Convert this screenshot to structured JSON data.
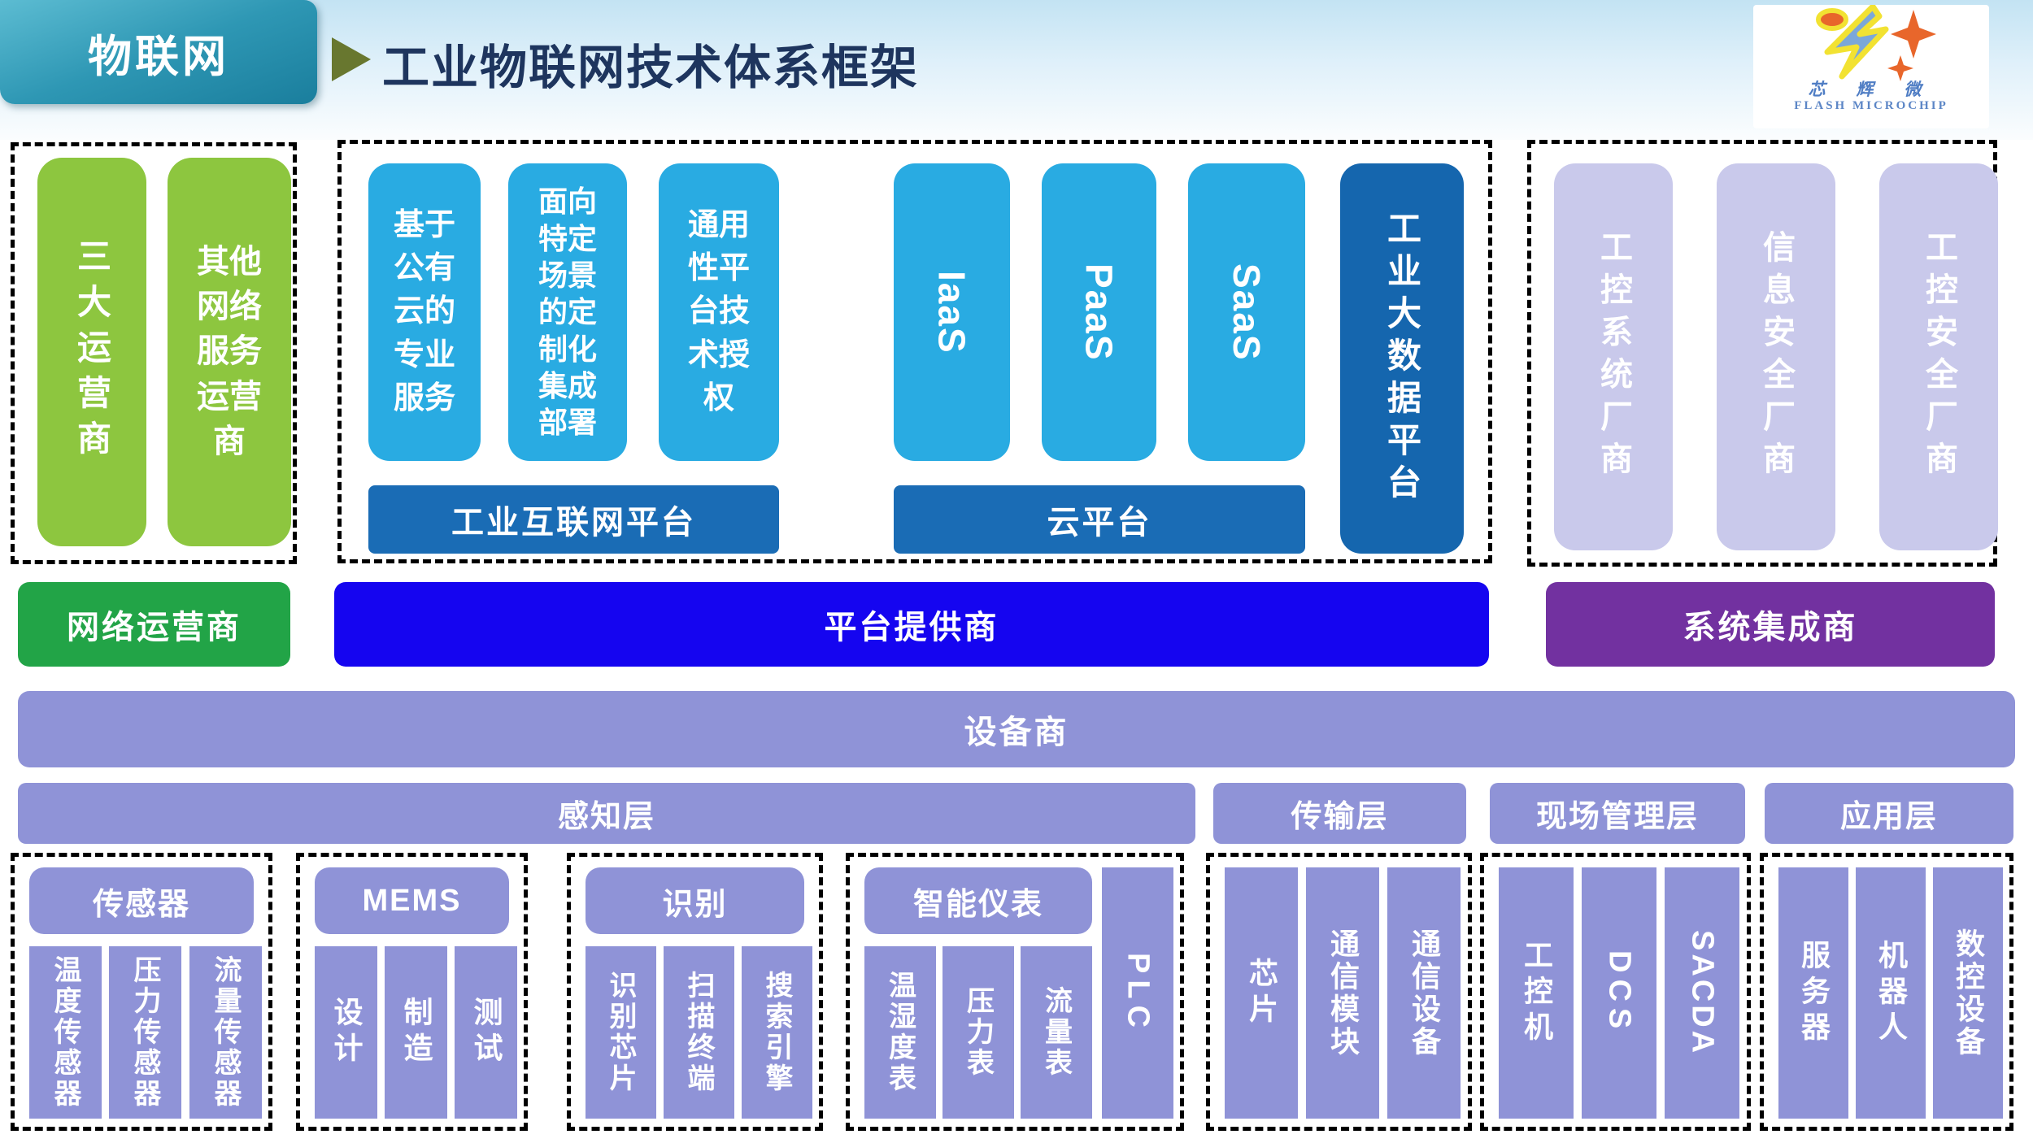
{
  "header": {
    "badge": "物联网",
    "title": "工业物联网技术体系框架",
    "logo_cn": "芯 辉 微",
    "logo_en": "FLASH MICROCHIP"
  },
  "operators": {
    "carriers": "三大运营商",
    "other_carriers": "其他\n网络\n服务\n运营\n商",
    "bar": "网络运营商"
  },
  "platform": {
    "public_cloud_service": "基于\n公有\n云的\n专业\n服务",
    "custom_integration": "面向\n特定\n场景\n的定\n制化\n集成\n部署",
    "generic_licensing": "通用\n性平\n台技\n术授\n权",
    "industrial_internet_platform": "工业互联网平台",
    "iaas": "IaaS",
    "paas": "PaaS",
    "saas": "SaaS",
    "cloud_platform": "云平台",
    "industrial_bigdata": "工业大数据平台",
    "bar": "平台提供商"
  },
  "integrators": {
    "ics_vendor": "工控系统厂商",
    "infosec_vendor": "信息安全厂商",
    "ics_security_vendor": "工控安全厂商",
    "bar": "系统集成商"
  },
  "device_bar": "设备商",
  "layers": {
    "perception": "感知层",
    "transport": "传输层",
    "field_management": "现场管理层",
    "application": "应用层"
  },
  "groups": {
    "sensor": {
      "header": "传感器",
      "cols": [
        "温度传感器",
        "压力传感器",
        "流量传感器"
      ]
    },
    "mems": {
      "header": "MEMS",
      "cols": [
        "设计",
        "制造",
        "测试"
      ]
    },
    "identification": {
      "header": "识别",
      "cols": [
        "识别芯片",
        "扫描终端",
        "搜索引擎"
      ]
    },
    "smart_meter": {
      "header": "智能仪表",
      "cols": [
        "温湿度表",
        "压力表",
        "流量表"
      ],
      "side": "PLC"
    },
    "transport_devices": {
      "cols": [
        "芯片",
        "通信模块",
        "通信设备"
      ]
    },
    "field_devices": {
      "cols": [
        "工控机",
        "DCS",
        "SACDA"
      ]
    },
    "application_devices": {
      "cols": [
        "服务器",
        "机器人",
        "数控设备"
      ]
    }
  },
  "colors": {
    "badge_teal": "#2E97B4",
    "light_green": "#8DC63F",
    "green": "#22A447",
    "sky_blue": "#29ABE2",
    "dark_blue": "#1A6CB5",
    "deep_blue": "#1566AE",
    "platform_blue": "#1505F0",
    "purple": "#7231A0",
    "periwinkle": "#8F93D7",
    "lavender": "#C9C9EB",
    "title_navy": "#1E355E",
    "arrow_olive": "#68772F"
  }
}
